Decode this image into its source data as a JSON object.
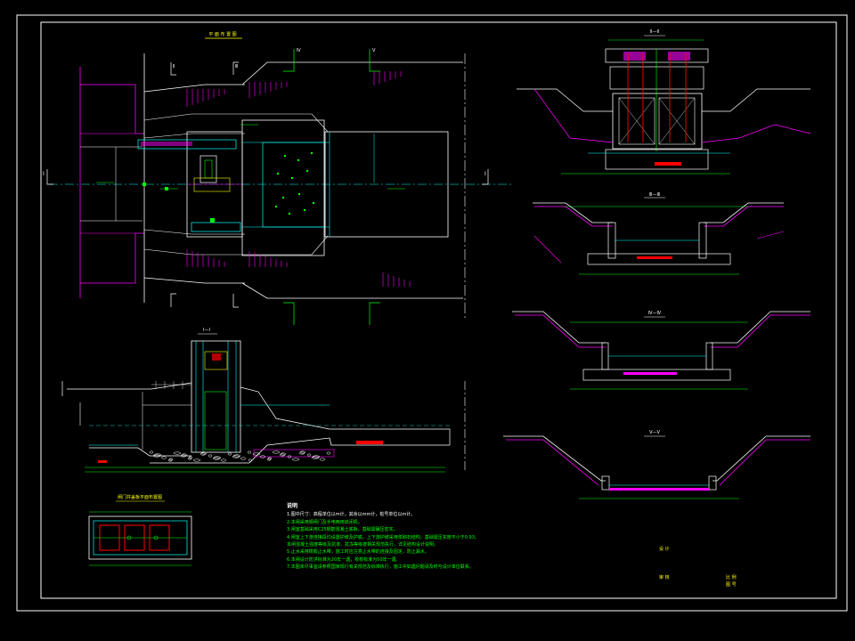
{
  "drawing": {
    "background_color": "#000000",
    "colors": {
      "frame": "#ffffff",
      "structure": "#ffffff",
      "section": "#00ffff",
      "dimension": "#00ff00",
      "ground": "#ff00ff",
      "rebar": "#ff0000",
      "annotation": "#ffff00",
      "label": "#00ff00"
    }
  },
  "notes": {
    "heading": "说明",
    "lines": [
      "1.图中尺寸：高程单位以m计，其余以mm计，桩号单位以m计。",
      "2.本闸采用钢闸门及手电两用启闭机。",
      "3.闸室基础采用C25钢筋混凝土底板，基础需碾压密实。",
      "4.闸室上下游连接段均设置护坡及护底，上下游护坡采用浆砌石结构，基础需压实度不小于0.93。",
      "  本闸混凝土强度等级及抗渗、抗冻等级按相关规范执行，详见结构设计说明。",
      "5.止水采用橡胶止水带，施工时应注意止水带的连接及固定，防止漏水。",
      "6.本闸设计防洪标准为20年一遇，校核标准为50年一遇。",
      "7.本图未尽事宜请参照国家现行有关规范及标准执行，施工中如遇问题请及时与设计单位联系。"
    ]
  },
  "title_block": {
    "designer_label": "设 计",
    "checker_label": "审 核",
    "scale_label": "比 例",
    "drawing_no_label": "图 号"
  },
  "views": {
    "plan_title": "平 面 布 置 图",
    "longitudinal_title": "Ⅰ—Ⅰ",
    "gate_detail_title": "闸门井盖板平面布置图",
    "section_a_title": "Ⅱ—Ⅱ",
    "section_b_title": "Ⅲ—Ⅲ",
    "section_c_title": "Ⅳ—Ⅳ",
    "section_d_title": "Ⅴ—Ⅴ"
  },
  "marks": {
    "axis_left": "Ⅰ",
    "axis_right": "Ⅰ",
    "mark_a": "Ⅱ",
    "mark_b": "Ⅲ",
    "mark_c": "Ⅳ",
    "mark_d": "Ⅴ"
  }
}
